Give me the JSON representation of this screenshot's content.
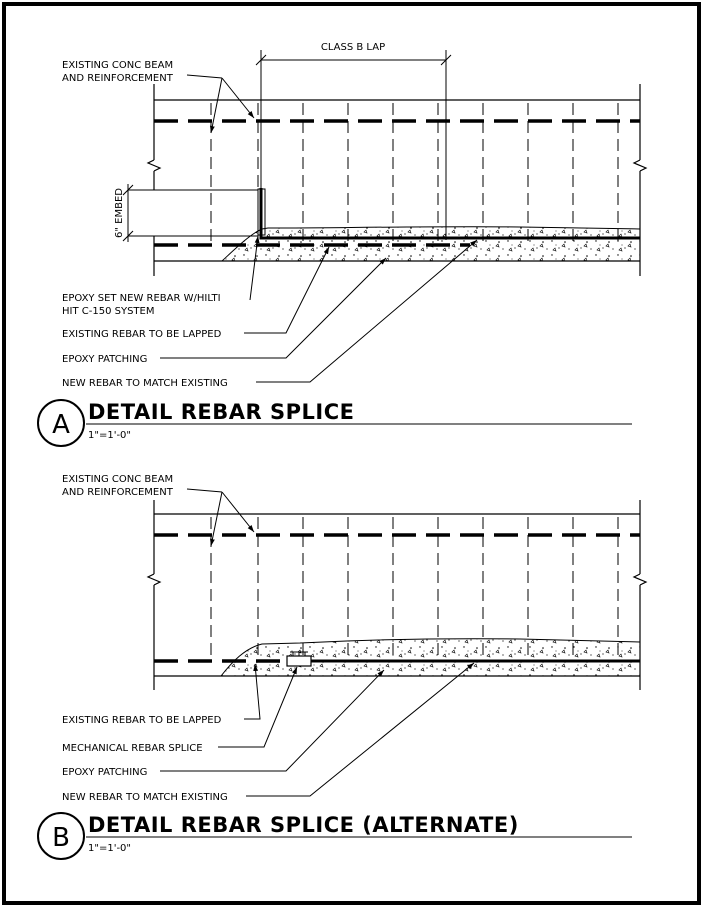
{
  "colors": {
    "line": "#000000",
    "background": "#ffffff",
    "concrete_fill": "#ffffff"
  },
  "detail_a": {
    "bubble_letter": "A",
    "title": "DETAIL REBAR SPLICE",
    "scale": "1\"=1'-0\"",
    "dimension_label": "CLASS B LAP",
    "embed_label": "6\" EMBED",
    "callouts": {
      "existing_beam_line1": "EXISTING CONC BEAM",
      "existing_beam_line2": "AND REINFORCEMENT",
      "epoxy_set_line1": "EPOXY SET NEW REBAR W/HILTI",
      "epoxy_set_line2": "HIT C-150 SYSTEM",
      "existing_rebar": "EXISTING REBAR TO BE LAPPED",
      "epoxy_patching": "EPOXY PATCHING",
      "new_rebar": "NEW REBAR TO MATCH EXISTING"
    }
  },
  "detail_b": {
    "bubble_letter": "B",
    "title": "DETAIL REBAR SPLICE (ALTERNATE)",
    "scale": "1\"=1'-0\"",
    "callouts": {
      "existing_beam_line1": "EXISTING CONC BEAM",
      "existing_beam_line2": "AND REINFORCEMENT",
      "existing_rebar": "EXISTING REBAR TO BE LAPPED",
      "mechanical_splice": "MECHANICAL REBAR SPLICE",
      "epoxy_patching": "EPOXY PATCHING",
      "new_rebar": "NEW REBAR TO MATCH EXISTING"
    }
  }
}
